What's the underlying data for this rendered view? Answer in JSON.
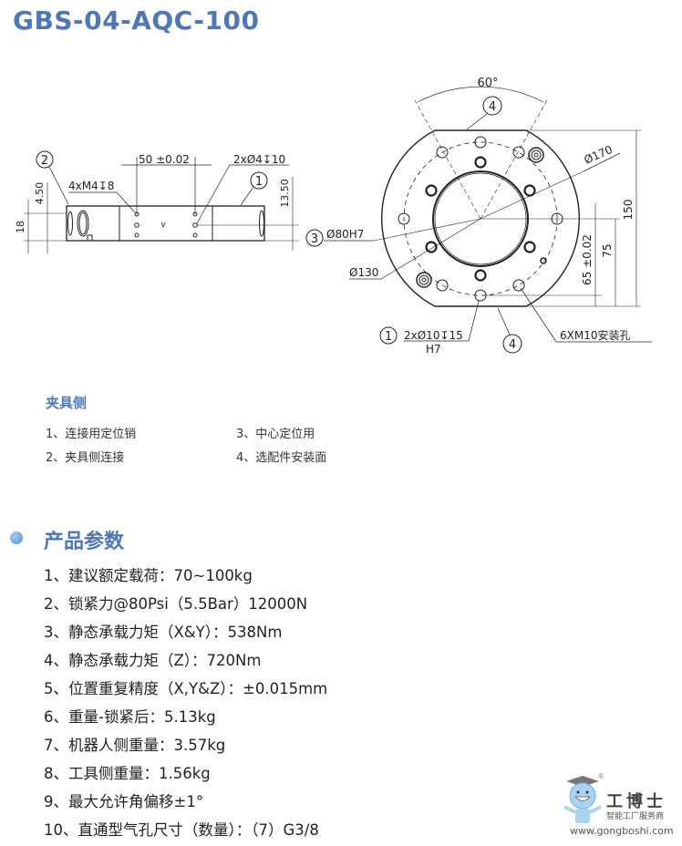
{
  "title": "GBS-04-AQC-100",
  "drawing": {
    "side_view": {
      "callout_1": "1",
      "callout_2": "2",
      "dim_50": "50 ±0.02",
      "dim_pin": "2xØ4↧10",
      "dim_thread": "4xM4↧8",
      "dim_450": "4.50",
      "dim_18": "18",
      "dim_1350": "13.50"
    },
    "top_view": {
      "angle": "60°",
      "callout_4_top": "4",
      "callout_4_bottom": "4",
      "callout_3": "3",
      "callout_1": "1",
      "dia_170": "Ø170",
      "dia_80": "Ø80H7",
      "dia_130": "Ø130",
      "dim_150": "150",
      "dim_75": "75",
      "dim_65": "65 ±0.02",
      "pin_hole": "2xØ10↧15",
      "pin_tol": "H7",
      "mount_holes": "6XM10安装孔"
    }
  },
  "legend": {
    "heading": "夹具侧",
    "items": [
      "1、连接用定位销",
      "2、夹具侧连接",
      "3、中心定位用",
      "4、选配件安装面"
    ]
  },
  "specs": {
    "heading": "产品参数",
    "items": [
      "1、建议额定载荷：70~100kg",
      "2、锁紧力@80Psi（5.5Bar）12000N",
      "3、静态承载力矩（X&Y）：538Nm",
      "4、静态承载力矩（Z）：720Nm",
      "5、位置重复精度（X,Y&Z）：±0.015mm",
      "6、重量-锁紧后：5.13kg",
      "7、机器人侧重量：3.57kg",
      "8、工具侧重量：1.56kg",
      "9、最大允许角偏移±1°",
      "10、直通型气孔尺寸（数量）：（7）G3/8"
    ]
  },
  "watermark": {
    "name": "工博士",
    "tagline": "智能工厂服务商",
    "url": "www.gongboshi.com",
    "registered": "®"
  }
}
